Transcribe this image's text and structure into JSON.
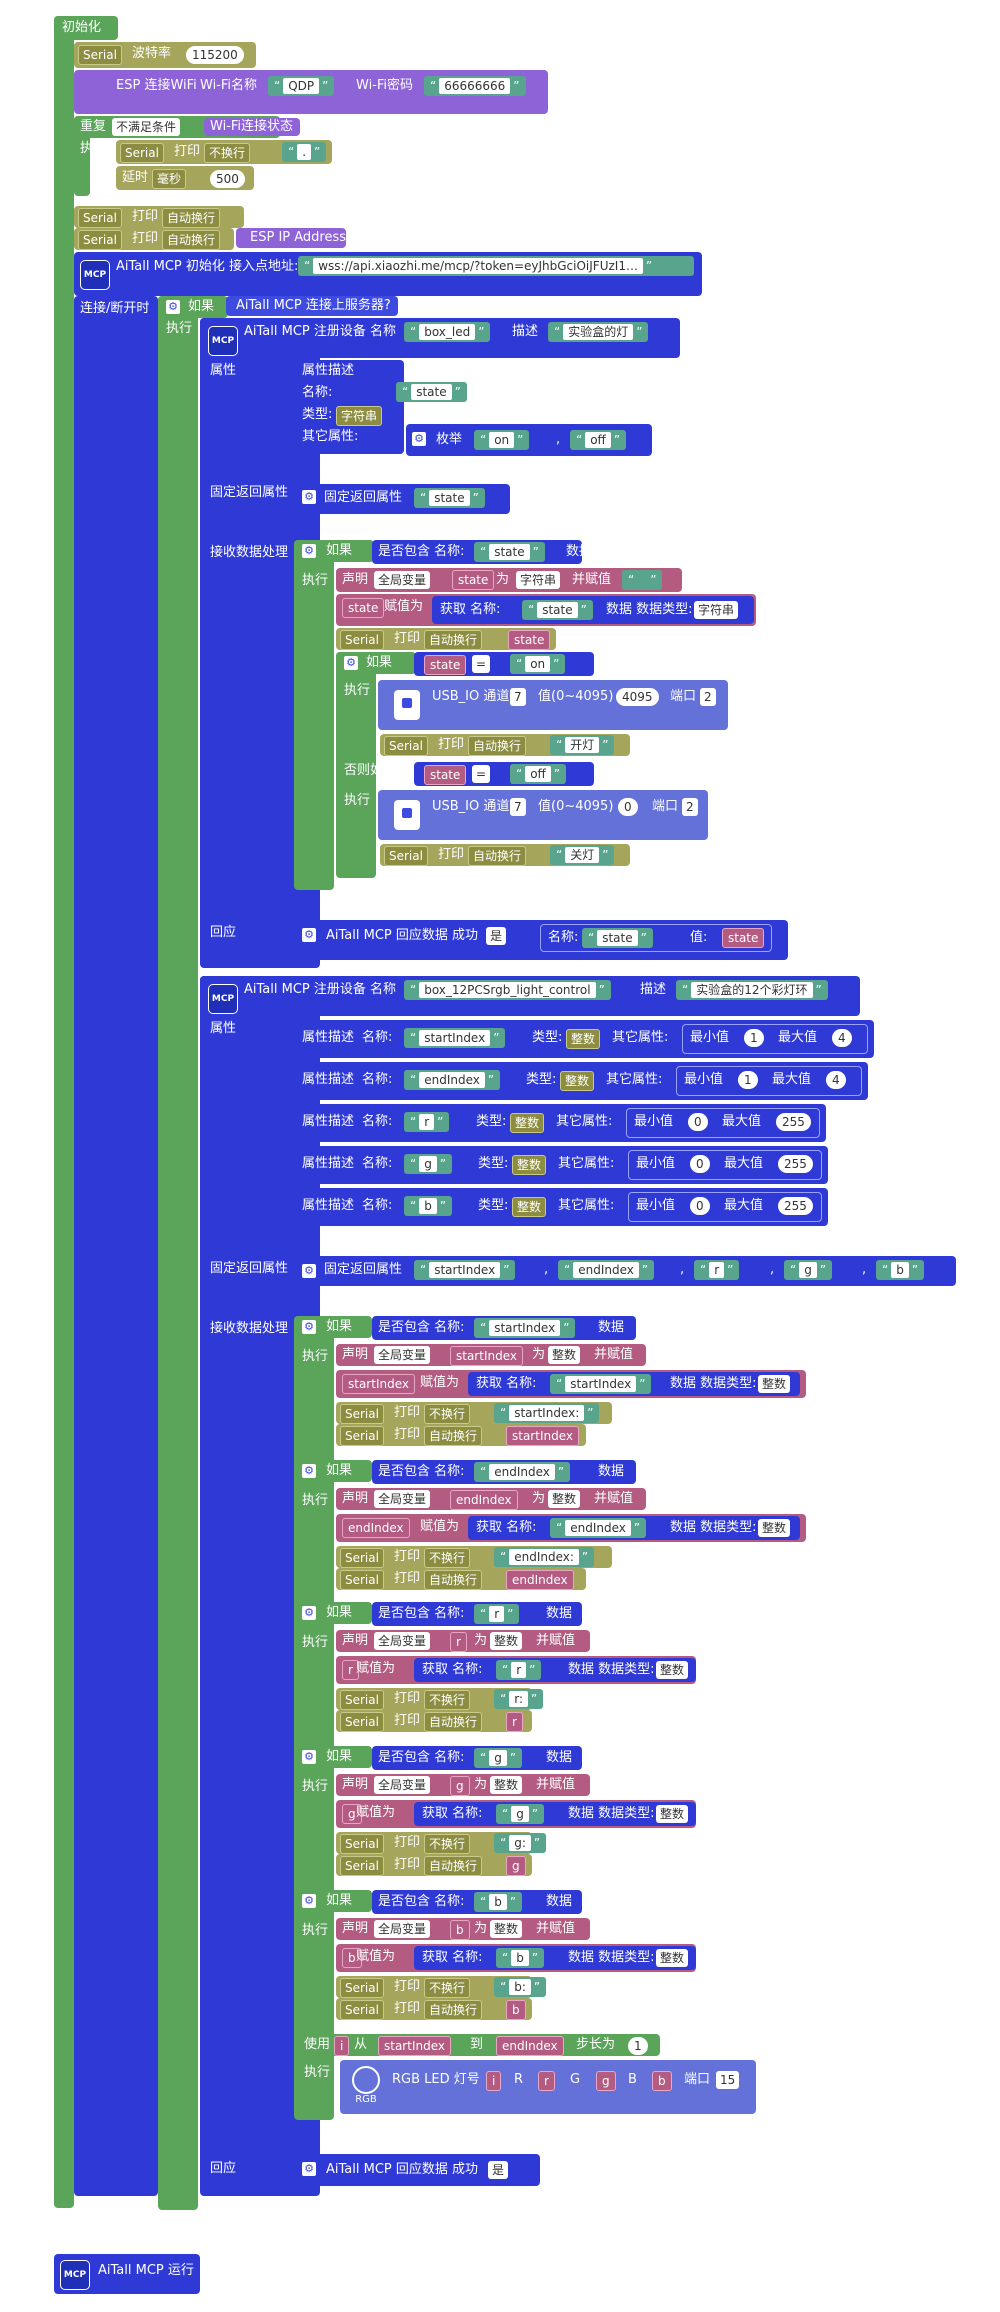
{
  "init": {
    "label": "初始化"
  },
  "serial": {
    "label": "Serial",
    "baud_label": "波特率",
    "baud": "115200",
    "print": "打印",
    "newline": "自动换行",
    "no_newline": "不换行"
  },
  "wifi": {
    "label": "ESP 连接WiFi",
    "ssid_label": "Wi-Fi名称",
    "ssid": "QDP",
    "pwd_label": "Wi-Fi密码",
    "pwd": "66666666"
  },
  "repeat": {
    "label": "重复",
    "cond": "不满足条件",
    "status": "Wi-Fi连接状态",
    "exec": "执行",
    "dot": ".",
    "delay": "延时",
    "unit": "毫秒",
    "ms": "500"
  },
  "ip": {
    "label": "ESP IP Address"
  },
  "mcp_init": {
    "label": "AiTall MCP 初始化 接入点地址:",
    "url": "wss://api.xiaozhi.me/mcp/?token=eyJhbGciOiJFUzI1…"
  },
  "connect": {
    "label": "连接/断开时",
    "if": "如果",
    "exec": "执行",
    "cond": "AiTall MCP 连接上服务器?"
  },
  "dev1": {
    "reg": "AiTall MCP 注册设备 名称",
    "name": "box_led",
    "desc_label": "描述",
    "desc": "实验盒的灯",
    "prop_label": "属性",
    "prop_desc": "属性描述",
    "name_label": "名称:",
    "prop_name": "state",
    "type_label": "类型:",
    "type": "字符串",
    "other_label": "其它属性:",
    "enum": "枚举",
    "on": "on",
    "comma": ",",
    "off": "off",
    "fixed_label": "固定返回属性",
    "fixed": "固定返回属性",
    "fixed_val": "state",
    "recv_label": "接收数据处理",
    "has_label": "是否包含 名称:",
    "data": "数据",
    "declare": "声明",
    "global": "全局变量",
    "var": "state",
    "as": "为",
    "and_assign": "并赋值",
    "assign": "赋值为",
    "get": "获取 名称:",
    "data_type": "数据 数据类型:",
    "eq": "=",
    "elif": "否则如果",
    "usb": "USB_IO 通道",
    "ch": "7",
    "val_label": "值(0~4095)",
    "v_on": "4095",
    "v_off": "0",
    "port": "端口",
    "port_v": "2",
    "open": "开灯",
    "close": "关灯",
    "reply_label": "回应",
    "reply": "AiTall MCP 回应数据 成功",
    "yes": "是",
    "name2": "名称:",
    "value": "值:"
  },
  "dev2": {
    "name": "box_12PCSrgb_light_control",
    "desc": "实验盒的12个彩灯环",
    "int": "整数",
    "min": "最小值",
    "max": "最大值",
    "props": [
      {
        "name": "startIndex",
        "min": "1",
        "max": "4"
      },
      {
        "name": "endIndex",
        "min": "1",
        "max": "4"
      },
      {
        "name": "r",
        "min": "0",
        "max": "255"
      },
      {
        "name": "g",
        "min": "0",
        "max": "255"
      },
      {
        "name": "b",
        "min": "0",
        "max": "255"
      }
    ],
    "fixed": [
      "startIndex",
      "endIndex",
      "r",
      "g",
      "b"
    ],
    "labels": [
      "startIndex:",
      "endIndex:",
      "r:",
      "g:",
      "b:"
    ],
    "for": "使用",
    "i": "i",
    "from": "从",
    "to": "到",
    "step": "步长为",
    "step_v": "1",
    "led": "RGB LED 灯号",
    "R": "R",
    "G": "G",
    "B": "B",
    "port": "端口",
    "port_v": "15",
    "rgb_icon": "RGB"
  },
  "run": {
    "label": "AiTall MCP 运行"
  }
}
